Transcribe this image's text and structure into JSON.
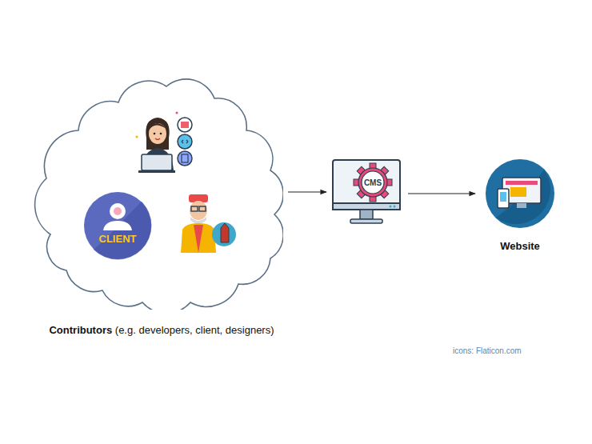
{
  "diagram": {
    "nodes": [
      {
        "text": [
          "Contributors",
          "(e.g. developers, client, designers)"
        ]
      },
      {
        "text": [
          "CLIENT"
        ],
        "in": 0
      },
      {
        "text": [
          "CMS"
        ]
      },
      {
        "text": [
          "Website"
        ]
      }
    ],
    "edges": [
      {
        "from": 0,
        "to": 2,
        "arrow": "to"
      },
      {
        "from": 2,
        "to": 3,
        "arrow": "to"
      }
    ],
    "labels": [
      "icons: Flaticon.com"
    ]
  }
}
